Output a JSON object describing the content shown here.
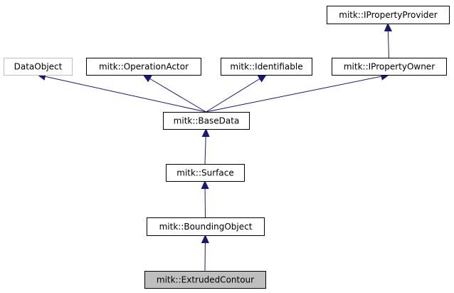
{
  "diagram": {
    "nodes": [
      {
        "id": "iproperty-provider",
        "label": "mitk::IPropertyProvider",
        "style": "normal"
      },
      {
        "id": "data-object",
        "label": "DataObject",
        "style": "external"
      },
      {
        "id": "operation-actor",
        "label": "mitk::OperationActor",
        "style": "normal"
      },
      {
        "id": "identifiable",
        "label": "mitk::Identifiable",
        "style": "normal"
      },
      {
        "id": "iproperty-owner",
        "label": "mitk::IPropertyOwner",
        "style": "normal"
      },
      {
        "id": "base-data",
        "label": "mitk::BaseData",
        "style": "normal"
      },
      {
        "id": "surface",
        "label": "mitk::Surface",
        "style": "normal"
      },
      {
        "id": "bounding-object",
        "label": "mitk::BoundingObject",
        "style": "normal"
      },
      {
        "id": "extruded-contour",
        "label": "mitk::ExtrudedContour",
        "style": "highlighted"
      }
    ],
    "edges": [
      {
        "from": "iproperty-owner",
        "to": "iproperty-provider"
      },
      {
        "from": "base-data",
        "to": "data-object"
      },
      {
        "from": "base-data",
        "to": "operation-actor"
      },
      {
        "from": "base-data",
        "to": "identifiable"
      },
      {
        "from": "base-data",
        "to": "iproperty-owner"
      },
      {
        "from": "surface",
        "to": "base-data"
      },
      {
        "from": "bounding-object",
        "to": "surface"
      },
      {
        "from": "extruded-contour",
        "to": "bounding-object"
      }
    ],
    "colors": {
      "edge": "#191970",
      "border": "#000000",
      "external_border": "#bfbfbf",
      "highlight_fill": "#bfbfbf",
      "fill": "#ffffff"
    }
  }
}
